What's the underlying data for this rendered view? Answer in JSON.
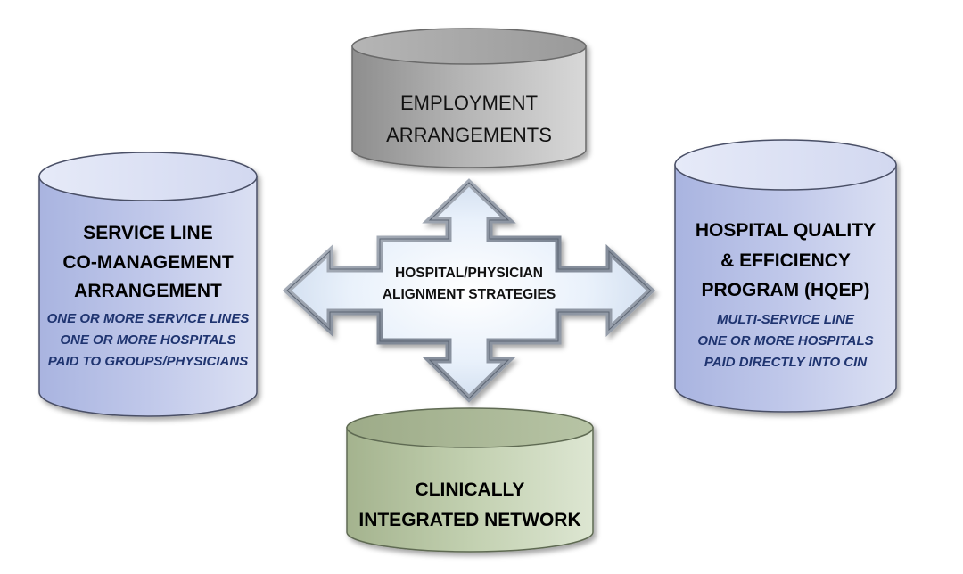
{
  "center": {
    "line1": "HOSPITAL/PHYSICIAN",
    "line2": "ALIGNMENT STRATEGIES"
  },
  "top": {
    "line1": "EMPLOYMENT",
    "line2": "ARRANGEMENTS"
  },
  "left": {
    "line1": "SERVICE LINE",
    "line2": "CO-MANAGEMENT",
    "line3": "ARRANGEMENT",
    "details": [
      "ONE OR MORE SERVICE LINES",
      "ONE OR MORE HOSPITALS",
      "PAID TO GROUPS/PHYSICIANS"
    ]
  },
  "right": {
    "line1": "HOSPITAL QUALITY",
    "line2": "& EFFICIENCY",
    "line3": "PROGRAM (HQEP)",
    "details": [
      "MULTI-SERVICE LINE",
      "ONE OR MORE HOSPITALS",
      "PAID DIRECTLY INTO CIN"
    ]
  },
  "bottom": {
    "line1": "CLINICALLY",
    "line2": "INTEGRATED NETWORK"
  },
  "colors": {
    "gray_cylinder": "#b5b5b5",
    "blue_cylinder": "#b9c2e6",
    "green_cylinder": "#c5d3b4",
    "arrow_fill": "#eaf2fb",
    "detail_text": "#1f3470"
  }
}
